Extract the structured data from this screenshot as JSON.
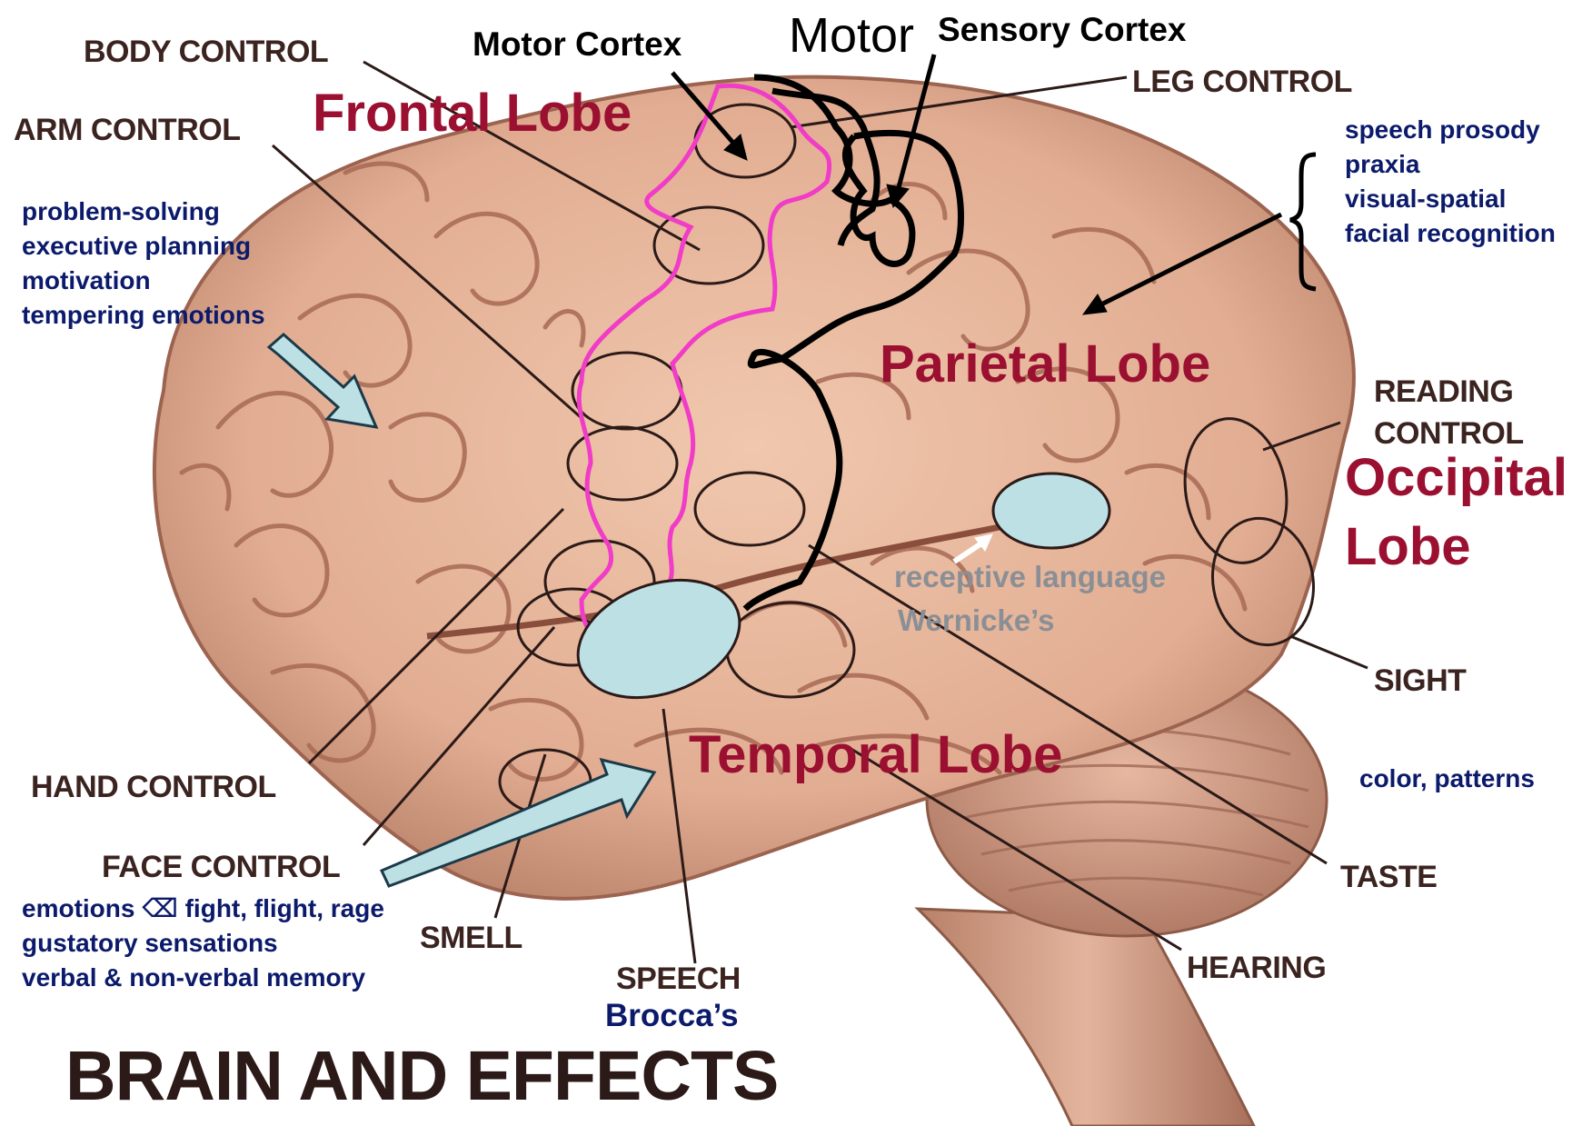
{
  "title": "BRAIN AND EFFECTS",
  "headers": {
    "motor_cortex": "Motor Cortex",
    "motor_overlap": "Motor",
    "sensory_cortex": "Sensory Cortex"
  },
  "lobes": {
    "frontal": "Frontal Lobe",
    "parietal": "Parietal Lobe",
    "occipital_line1": "Occipital",
    "occipital_line2": "Lobe",
    "temporal": "Temporal Lobe"
  },
  "controls": {
    "body": "BODY CONTROL",
    "arm": "ARM CONTROL",
    "leg": "LEG CONTROL",
    "reading_line1": "READING",
    "reading_line2": "CONTROL",
    "sight": "SIGHT",
    "hand": "HAND CONTROL",
    "face": "FACE CONTROL",
    "smell": "SMELL",
    "speech": "SPEECH",
    "taste": "TASTE",
    "hearing": "HEARING"
  },
  "frontal_functions": [
    "problem-solving",
    "executive planning",
    "motivation",
    "tempering emotions"
  ],
  "parietal_functions": [
    "speech prosody",
    "praxia",
    "visual-spatial",
    "facial recognition"
  ],
  "temporal_functions": [
    "emotions ⌫ fight, flight, rage",
    "gustatory sensations",
    "verbal & non-verbal memory"
  ],
  "occipital_functions": "color, patterns",
  "brocca": "Brocca’s",
  "wernicke": {
    "line1": "receptive language",
    "line2": "Wernicke’s"
  },
  "colors": {
    "brain_base": "#e4b49a",
    "brain_shadow": "#b07a63",
    "lobe_label": "#9b1030",
    "function_text": "#0b1a6b",
    "pink_outline": "#f03cc6",
    "area_fill": "#bde0e4"
  }
}
